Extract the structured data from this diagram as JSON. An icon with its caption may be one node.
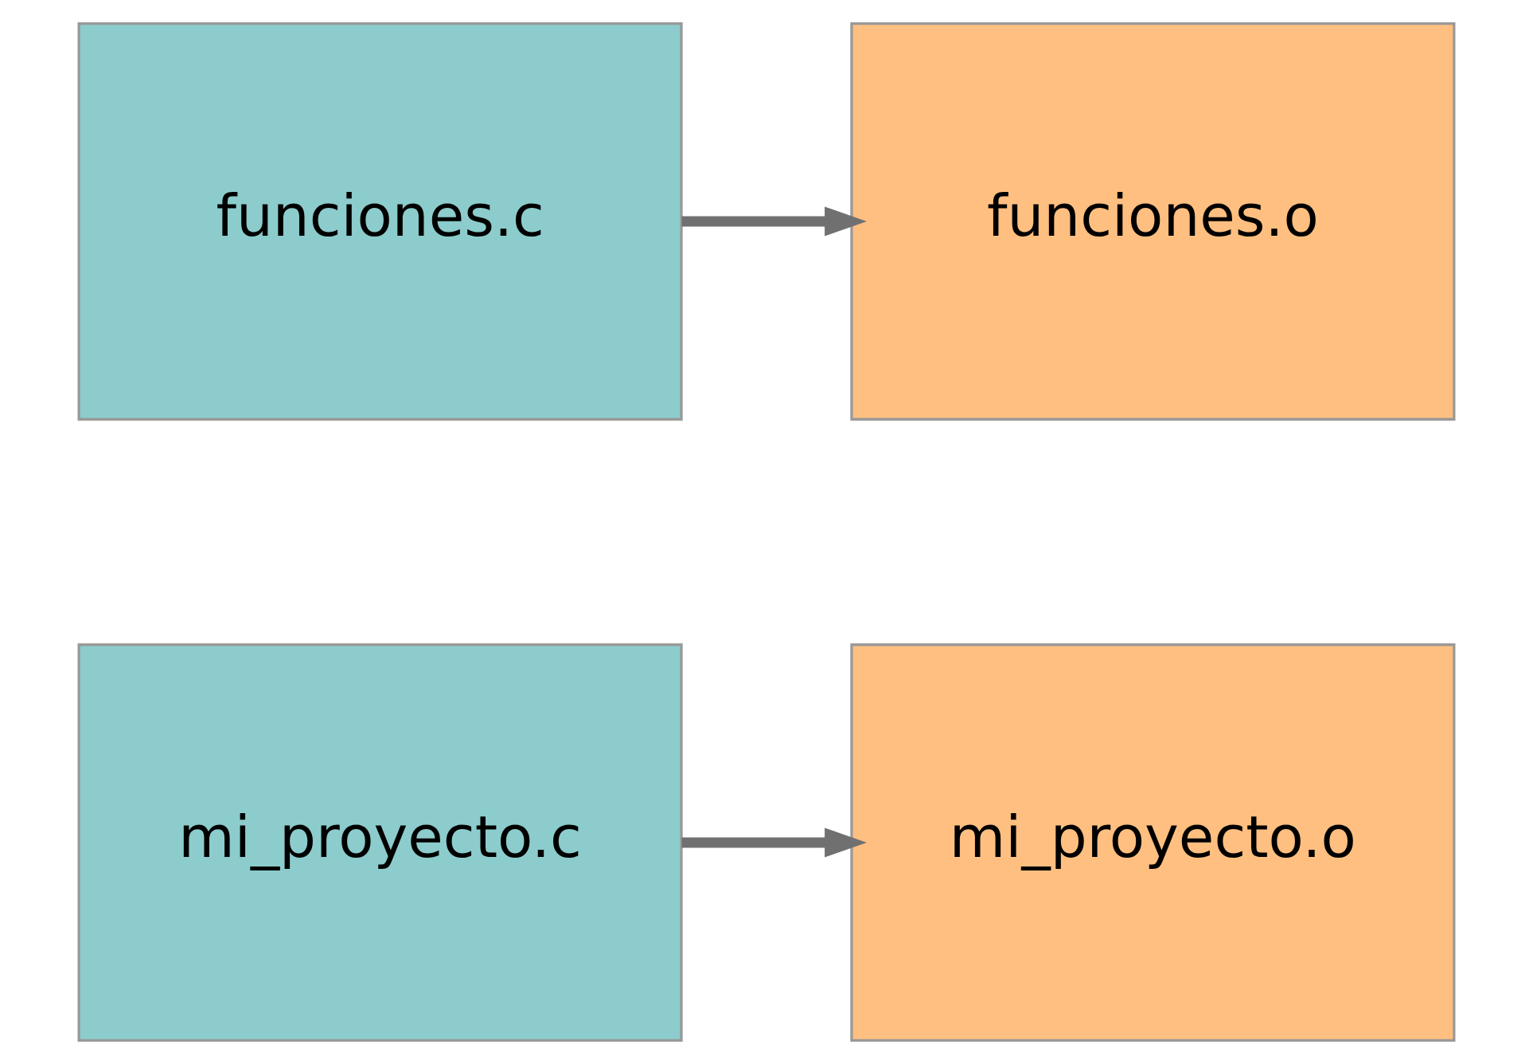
{
  "diagram": {
    "nodes": [
      {
        "text": [
          "mi_proyecto.c"
        ]
      },
      {
        "text": [
          "mi_proyecto.o"
        ]
      },
      {
        "text": [
          "funciones.c"
        ]
      },
      {
        "text": [
          "funciones.o"
        ]
      }
    ],
    "edges": [
      {
        "from": 0,
        "to": 1,
        "arrow": "to"
      },
      {
        "from": 2,
        "to": 3,
        "arrow": "to"
      }
    ]
  }
}
